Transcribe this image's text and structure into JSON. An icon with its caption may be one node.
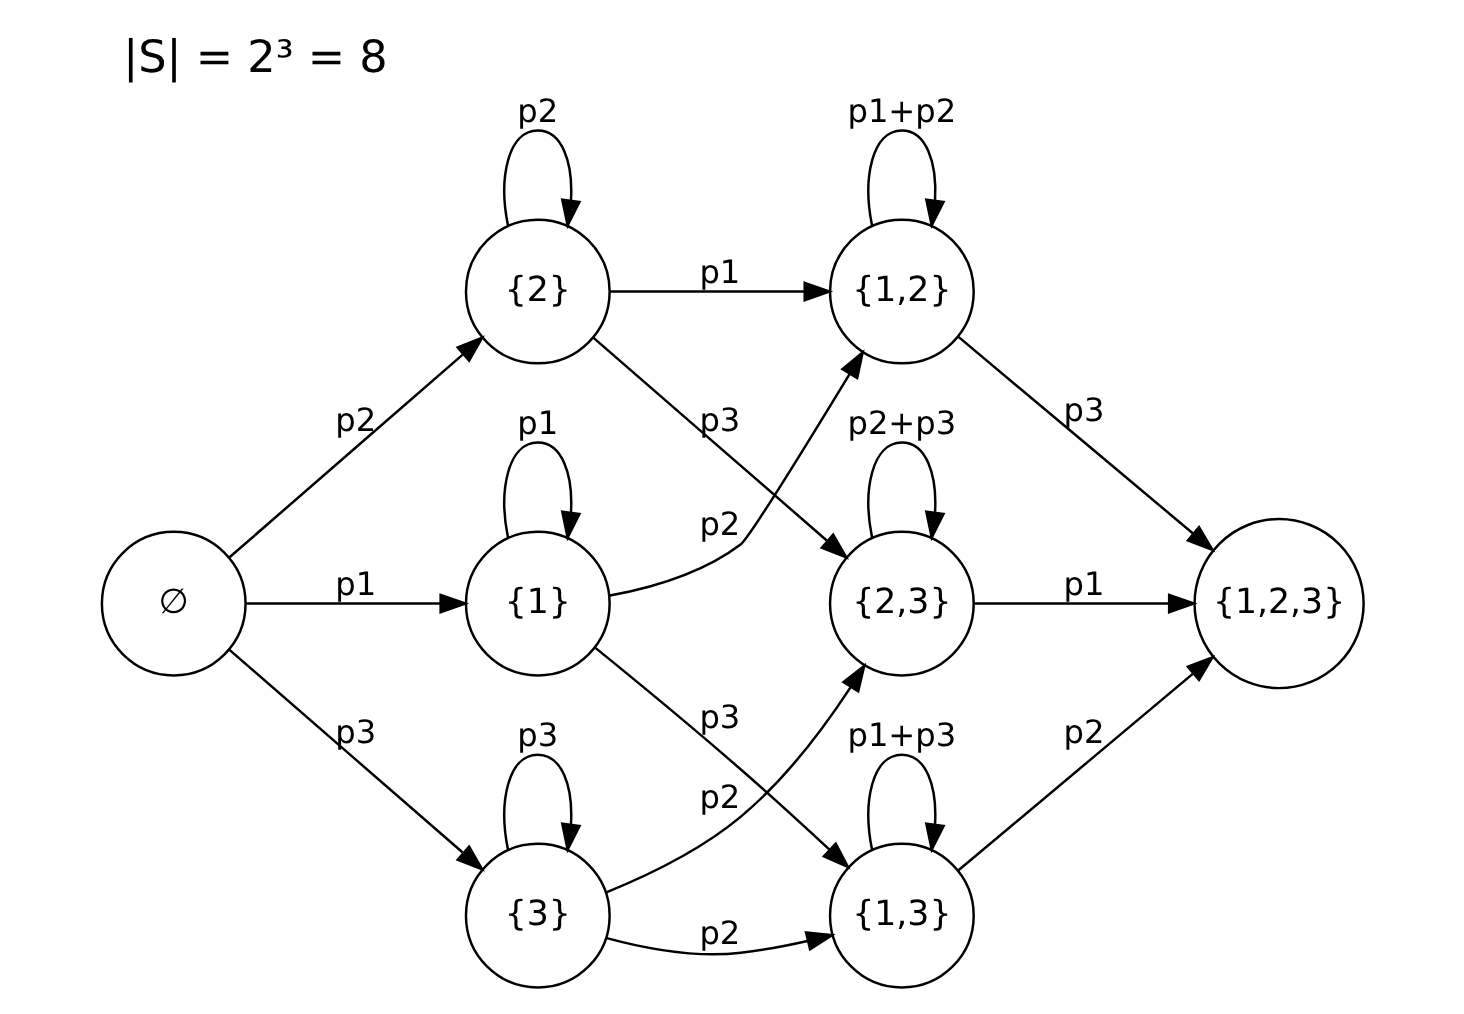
{
  "diagram": {
    "title": "|S| = 2³ = 8",
    "nodes": [
      {
        "text": [
          "∅"
        ]
      },
      {
        "text": [
          "{1}"
        ]
      },
      {
        "text": [
          "{2}"
        ]
      },
      {
        "text": [
          "{3}"
        ]
      },
      {
        "text": [
          "{1,2}"
        ]
      },
      {
        "text": [
          "{1,3}"
        ]
      },
      {
        "text": [
          "{2,3}"
        ]
      },
      {
        "text": [
          "{1,2,3}"
        ]
      }
    ],
    "edges": [
      {
        "from": 0,
        "to": 1,
        "arrow": "to",
        "label": "p1"
      },
      {
        "from": 0,
        "to": 2,
        "arrow": "to",
        "label": "p2"
      },
      {
        "from": 0,
        "to": 3,
        "arrow": "to",
        "label": "p3"
      },
      {
        "from": 1,
        "to": 1,
        "arrow": "to",
        "label": "p1"
      },
      {
        "from": 1,
        "to": 4,
        "arrow": "to",
        "label": "p2"
      },
      {
        "from": 1,
        "to": 5,
        "arrow": "to",
        "label": "p3"
      },
      {
        "from": 2,
        "to": 2,
        "arrow": "to",
        "label": "p2"
      },
      {
        "from": 2,
        "to": 4,
        "arrow": "to",
        "label": "p1"
      },
      {
        "from": 2,
        "to": 6,
        "arrow": "to",
        "label": "p3"
      },
      {
        "from": 3,
        "to": 3,
        "arrow": "to",
        "label": "p3"
      },
      {
        "from": 3,
        "to": 5,
        "arrow": "to",
        "label": "p2"
      },
      {
        "from": 3,
        "to": 6,
        "arrow": "to",
        "label": "p2"
      },
      {
        "from": 4,
        "to": 4,
        "arrow": "to",
        "label": "p1+p2"
      },
      {
        "from": 4,
        "to": 7,
        "arrow": "to",
        "label": "p3"
      },
      {
        "from": 5,
        "to": 5,
        "arrow": "to",
        "label": "p1+p3"
      },
      {
        "from": 5,
        "to": 7,
        "arrow": "to",
        "label": "p2"
      },
      {
        "from": 6,
        "to": 6,
        "arrow": "to",
        "label": "p2+p3"
      },
      {
        "from": 6,
        "to": 7,
        "arrow": "to",
        "label": "p1"
      }
    ]
  }
}
